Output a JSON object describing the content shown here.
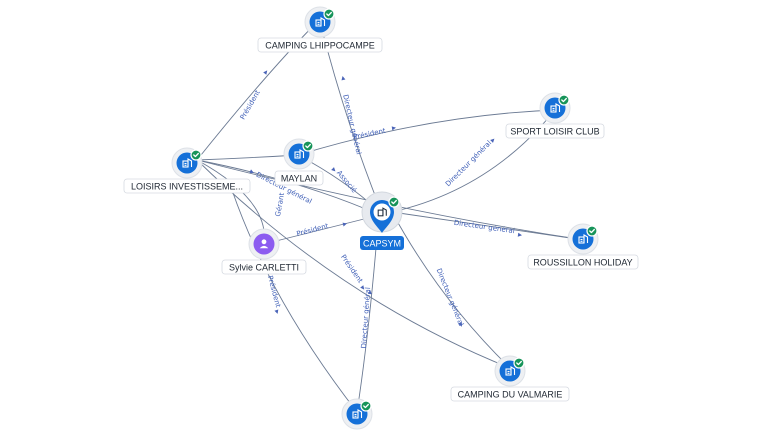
{
  "nodes": [
    {
      "id": "capsym",
      "label": "CAPSYM",
      "kind": "center"
    },
    {
      "id": "hippocampe",
      "label": "CAMPING LHIPPOCAMPE",
      "kind": "company"
    },
    {
      "id": "sportloisir",
      "label": "SPORT LOISIR CLUB",
      "kind": "company"
    },
    {
      "id": "loisirs",
      "label": "LOISIRS INVESTISSEME...",
      "kind": "company"
    },
    {
      "id": "maylan",
      "label": "MAYLAN",
      "kind": "company"
    },
    {
      "id": "roussillon",
      "label": "ROUSSILLON HOLIDAY",
      "kind": "company"
    },
    {
      "id": "sylvie",
      "label": "Sylvie CARLETTI",
      "kind": "person"
    },
    {
      "id": "valmarie",
      "label": "CAMPING DU VALMARIE",
      "kind": "company"
    },
    {
      "id": "bottom",
      "label": "",
      "kind": "company"
    }
  ],
  "edges": [
    {
      "id": "loisirs-hippocampe",
      "label": "Président"
    },
    {
      "id": "capsym-hippocampe",
      "label": "Directeur général"
    },
    {
      "id": "maylan-sportloisir",
      "label": "Président"
    },
    {
      "id": "capsym-sportloisir",
      "label": "Directeur général"
    },
    {
      "id": "loisirs-capsym",
      "label": "Directeur général"
    },
    {
      "id": "maylan-capsym",
      "label": "Associé"
    },
    {
      "id": "capsym-roussillon",
      "label": "Directeur général"
    },
    {
      "id": "sylvie-capsym",
      "label": "Président"
    },
    {
      "id": "loisirs-sylvie",
      "label": "Gérant"
    },
    {
      "id": "loisirs-valmarie",
      "label": "Président"
    },
    {
      "id": "capsym-valmarie",
      "label": "Directeur général"
    },
    {
      "id": "capsym-bottom",
      "label": "Directeur général"
    },
    {
      "id": "sylvie-bottom",
      "label": "Président"
    }
  ]
}
